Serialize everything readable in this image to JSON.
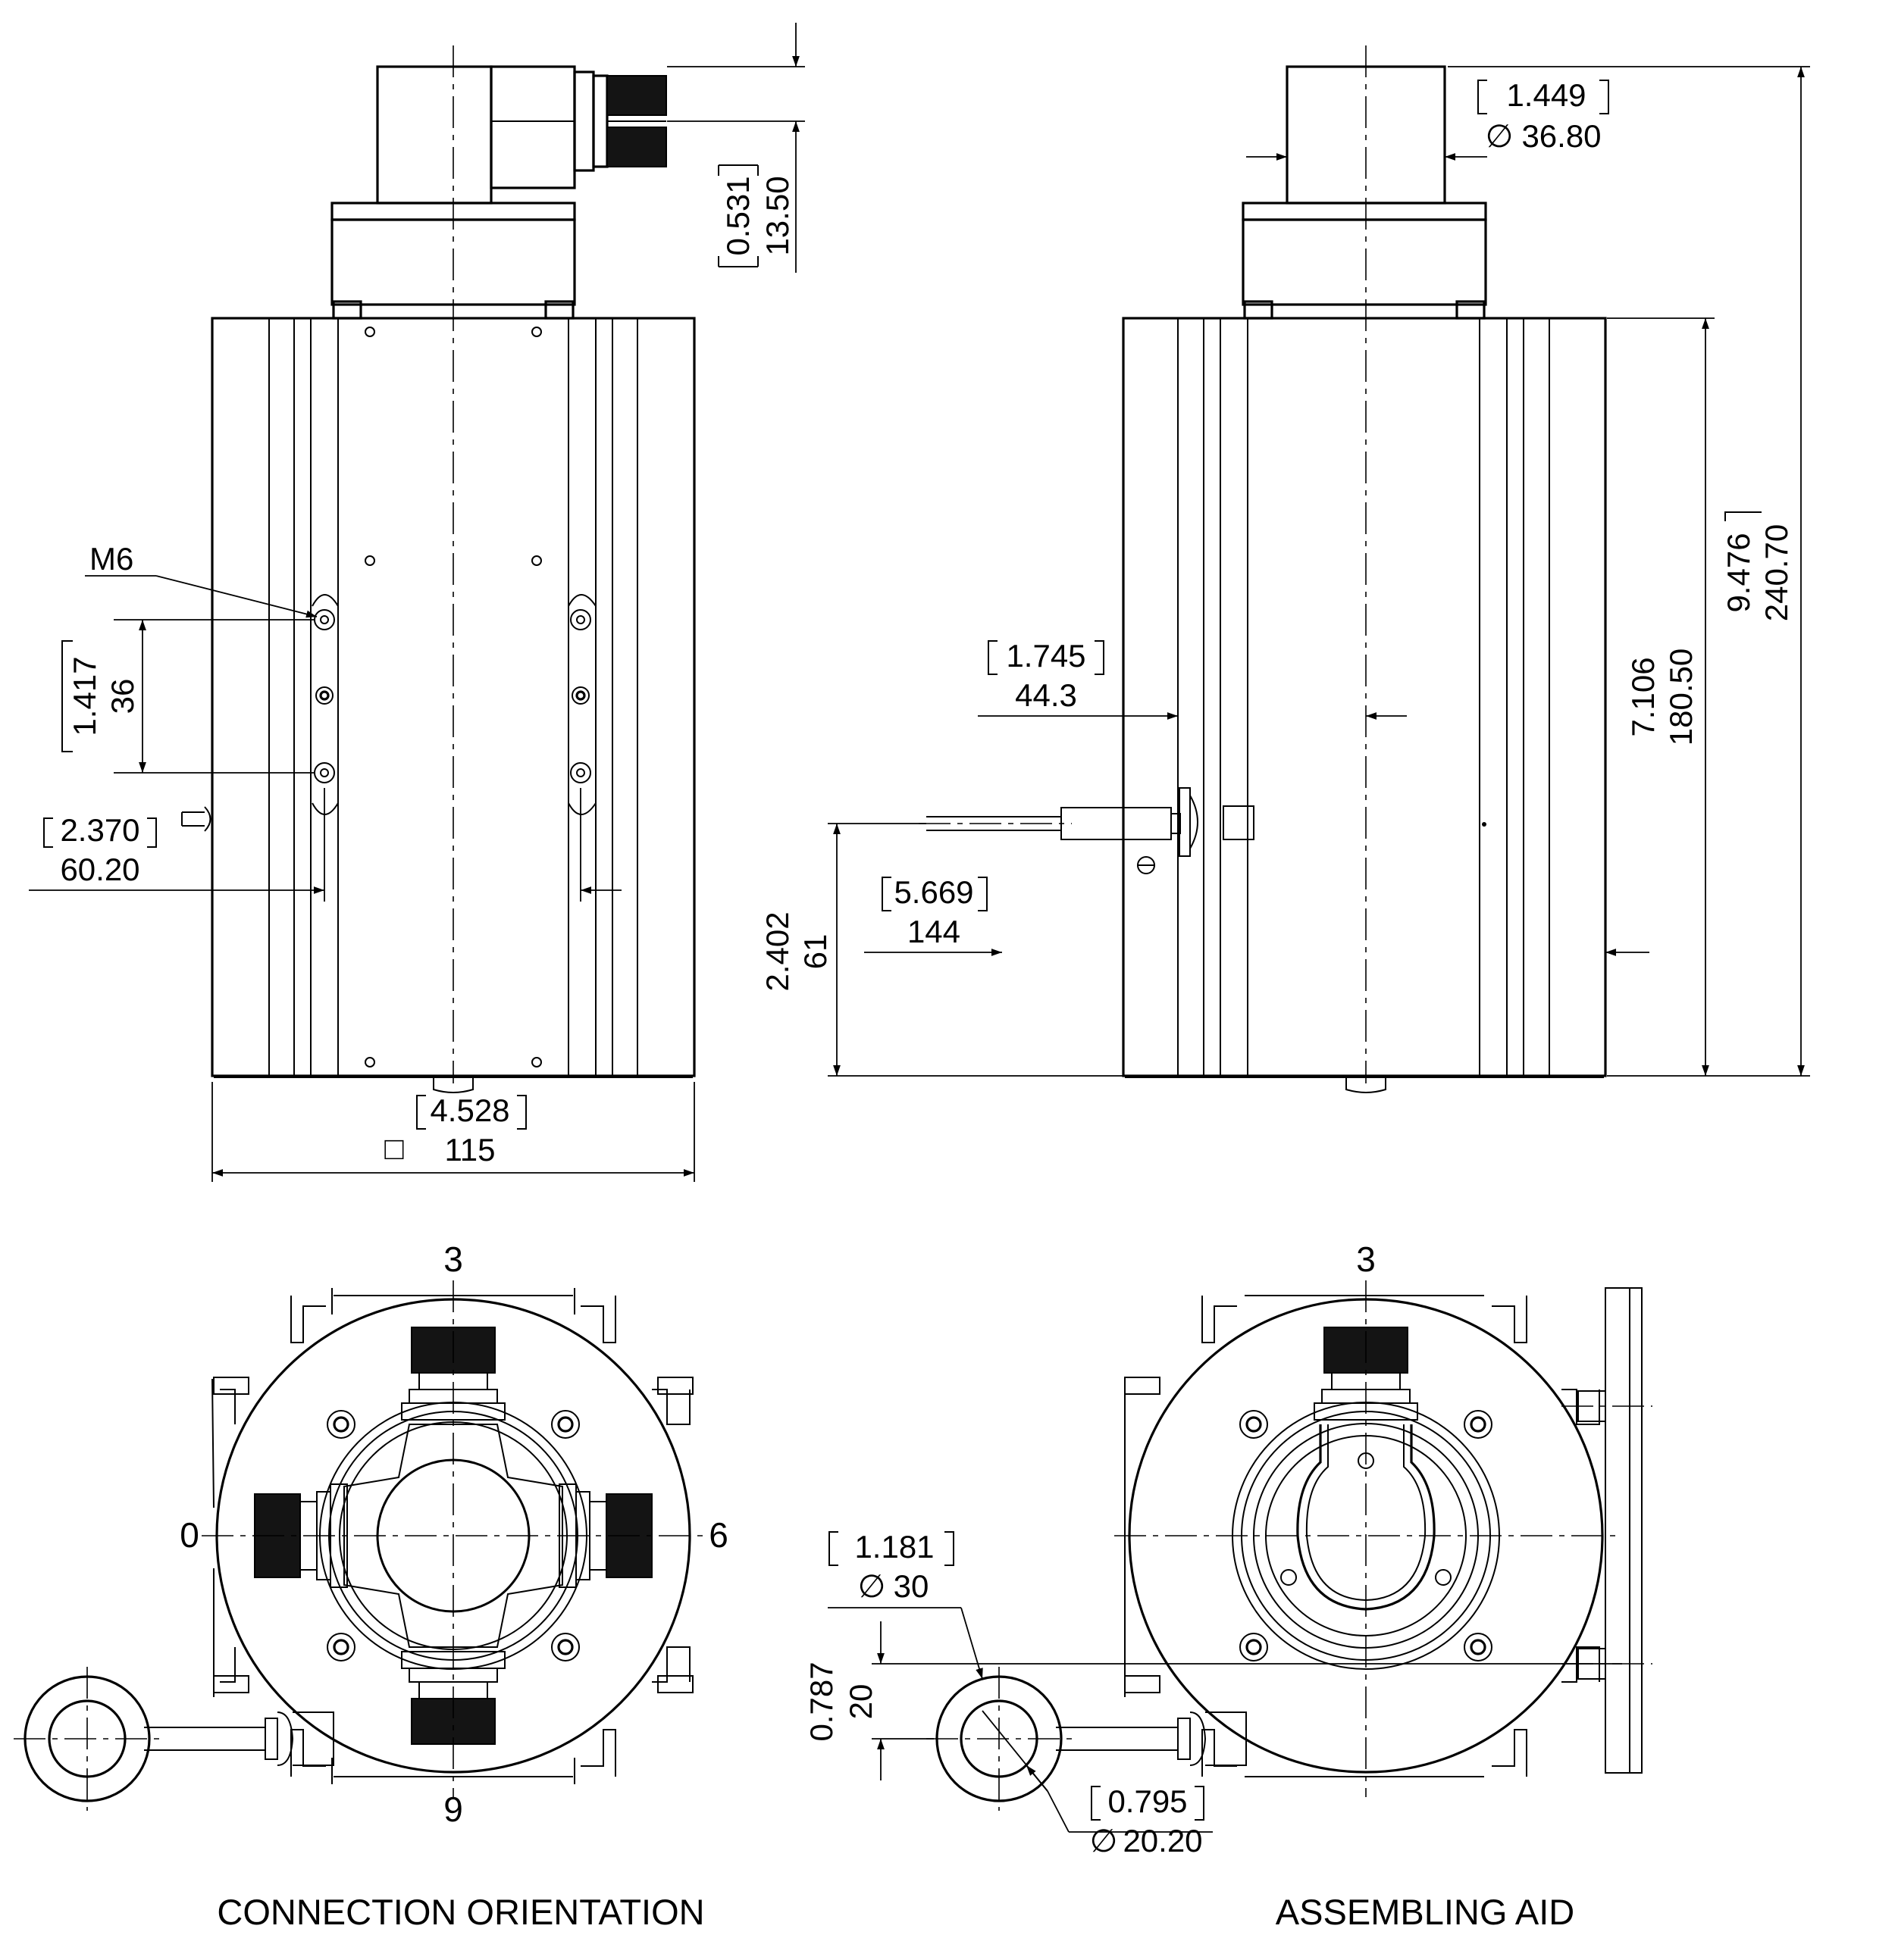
{
  "dimensions": {
    "top_offset": {
      "inch": "0.531",
      "mm": "13.50"
    },
    "cap_diameter": {
      "inch": "1.449",
      "mm": "36.80",
      "symbol": "∅"
    },
    "total_height": {
      "inch": "9.476",
      "mm": "240.70"
    },
    "body_height": {
      "inch": "7.106",
      "mm": "180.50"
    },
    "hole_spacing": {
      "inch": "1.417",
      "mm": "36"
    },
    "slot_spacing": {
      "inch": "2.370",
      "mm": "60.20"
    },
    "axis_offset": {
      "inch": "1.745",
      "mm": "44.3"
    },
    "reach": {
      "inch": "5.669",
      "mm": "144"
    },
    "handle_height": {
      "inch": "2.402",
      "mm": "61"
    },
    "body_width": {
      "inch": "4.528",
      "mm": "115",
      "symbol": "□"
    },
    "ring_outer": {
      "inch": "1.181",
      "mm": "30",
      "symbol": "∅"
    },
    "ring_offset": {
      "inch": "0.787",
      "mm": "20"
    },
    "ring_inner": {
      "inch": "0.795",
      "mm": "20.20",
      "symbol": "∅"
    }
  },
  "thread_label": "M6",
  "orientation_positions": {
    "top": "3",
    "left": "0",
    "right": "6",
    "bottom": "9"
  },
  "assembling_position": "3",
  "captions": {
    "left": "CONNECTION ORIENTATION",
    "right": "ASSEMBLING AID"
  }
}
